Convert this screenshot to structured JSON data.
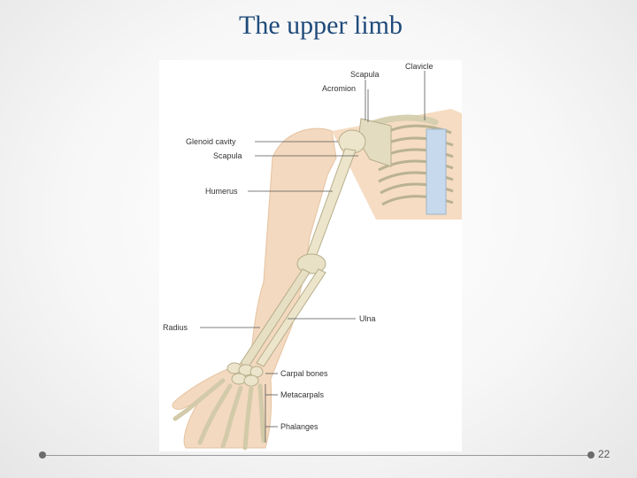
{
  "slide": {
    "title": "The upper limb",
    "page_number": "22"
  },
  "figure": {
    "labels": {
      "scapula_top": "Scapula",
      "clavicle": "Clavicle",
      "acromion": "Acromion",
      "glenoid": "Glenoid cavity",
      "scapula": "Scapula",
      "humerus": "Humerus",
      "ulna": "Ulna",
      "radius": "Radius",
      "carpal": "Carpal bones",
      "metacarpals": "Metacarpals",
      "phalanges": "Phalanges"
    }
  }
}
